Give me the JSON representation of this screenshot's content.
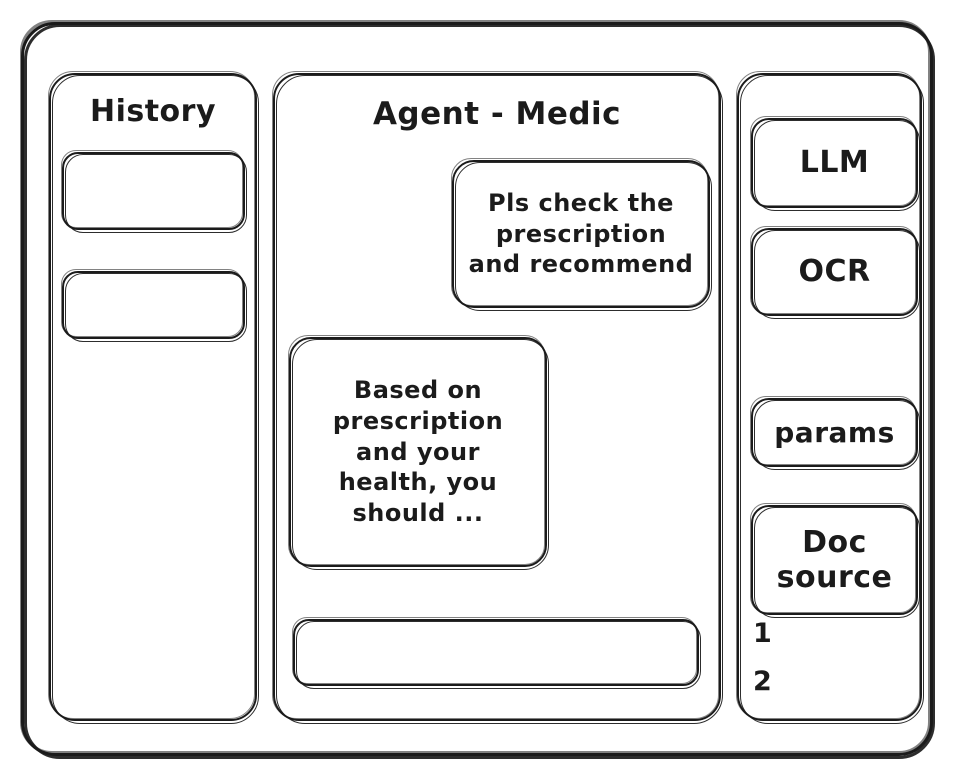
{
  "window": {
    "name": "agent-chat-wireframe"
  },
  "history": {
    "title": "History",
    "items": [
      {
        "label": ""
      },
      {
        "label": ""
      }
    ]
  },
  "agent": {
    "title": "Agent - Medic",
    "messages": [
      {
        "role": "user",
        "text": "Pls check the\nprescription\nand recommend"
      },
      {
        "role": "assistant",
        "text": "Based on\nprescription\nand your\nhealth, you\nshould ..."
      }
    ],
    "composer": {
      "value": "",
      "placeholder": ""
    }
  },
  "tools": {
    "buttons": [
      {
        "label": "LLM"
      },
      {
        "label": "OCR"
      },
      {
        "label": "params"
      },
      {
        "label": "Doc\nsource"
      }
    ],
    "doc_sources": [
      {
        "label": "1"
      },
      {
        "label": "2"
      }
    ]
  },
  "style": {
    "stroke": "#1b1b1b",
    "background": "#ffffff"
  }
}
